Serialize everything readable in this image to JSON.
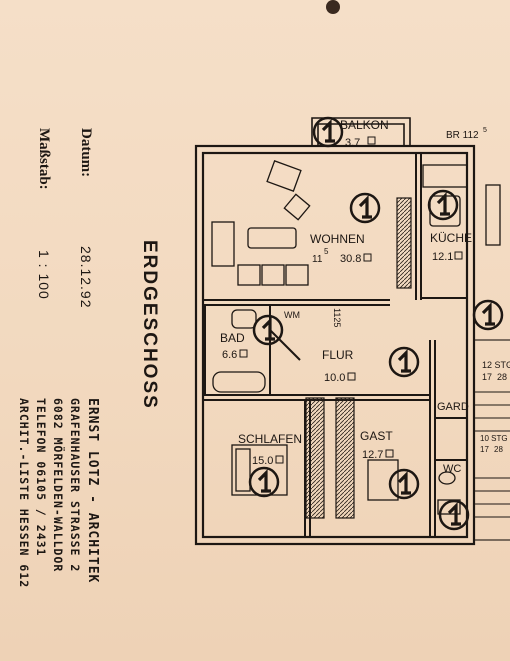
{
  "title_block": {
    "datum_label": "Datum:",
    "datum_value": "28.12.92",
    "massstab_label": "Maßstab:",
    "massstab_value": "1 : 100",
    "floor_title": "ERDGESCHOSS"
  },
  "architect": {
    "name": "ERNST LOTZ - ARCHITEK",
    "street": "GRAFENHAUSER STRASSE 2",
    "city": "6082 MÖRFELDEN-WALLDOR",
    "phone": "TELEFON 06105 / 2431",
    "list": "ARCHIT.-LISTE HESSEN 612"
  },
  "rooms": {
    "balkon": {
      "name": "BALKON",
      "area": "3.7"
    },
    "wohnen": {
      "name": "WOHNEN",
      "area": "30.8"
    },
    "kueche": {
      "name": "KÜCHE",
      "area": "12.1"
    },
    "bad": {
      "name": "BAD",
      "area": "6.6"
    },
    "flur": {
      "name": "FLUR",
      "area": "10.0"
    },
    "schlafen": {
      "name": "SCHLAFEN",
      "area": "15.0"
    },
    "gast": {
      "name": "GAST",
      "area": "12.7"
    },
    "gard": {
      "name": "GARD"
    },
    "wc": {
      "name": "WC"
    }
  },
  "annotations": {
    "br_label": "BR 112",
    "br_sup": "5",
    "wm": "WM",
    "height_left": "11",
    "height_left_sup": "5",
    "height_right": "1125",
    "stg_top": "12 STG",
    "stg_top_dim": "17",
    "stg_top_dim2": "28",
    "stg_mid": "10 STG",
    "stg_mid_dim": "17",
    "stg_mid_dim2": "28",
    "marker_number": "1"
  }
}
